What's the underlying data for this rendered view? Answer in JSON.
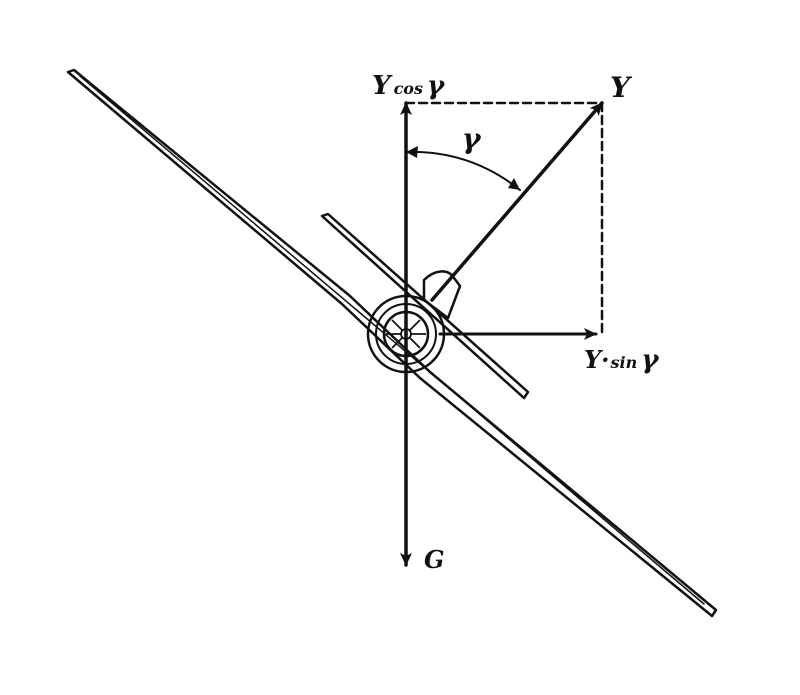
{
  "labels": {
    "vertical_component": "Y cos γ",
    "vertical_component_main": "Y",
    "vertical_component_sub": "cos",
    "vertical_component_angle": "γ",
    "lift": "Y",
    "angle": "γ",
    "horizontal_component_main": "Y·",
    "horizontal_component_sub": "sin",
    "horizontal_component_angle": "γ",
    "weight": "G"
  },
  "colors": {
    "ink": "#111111",
    "background": "#ffffff"
  }
}
